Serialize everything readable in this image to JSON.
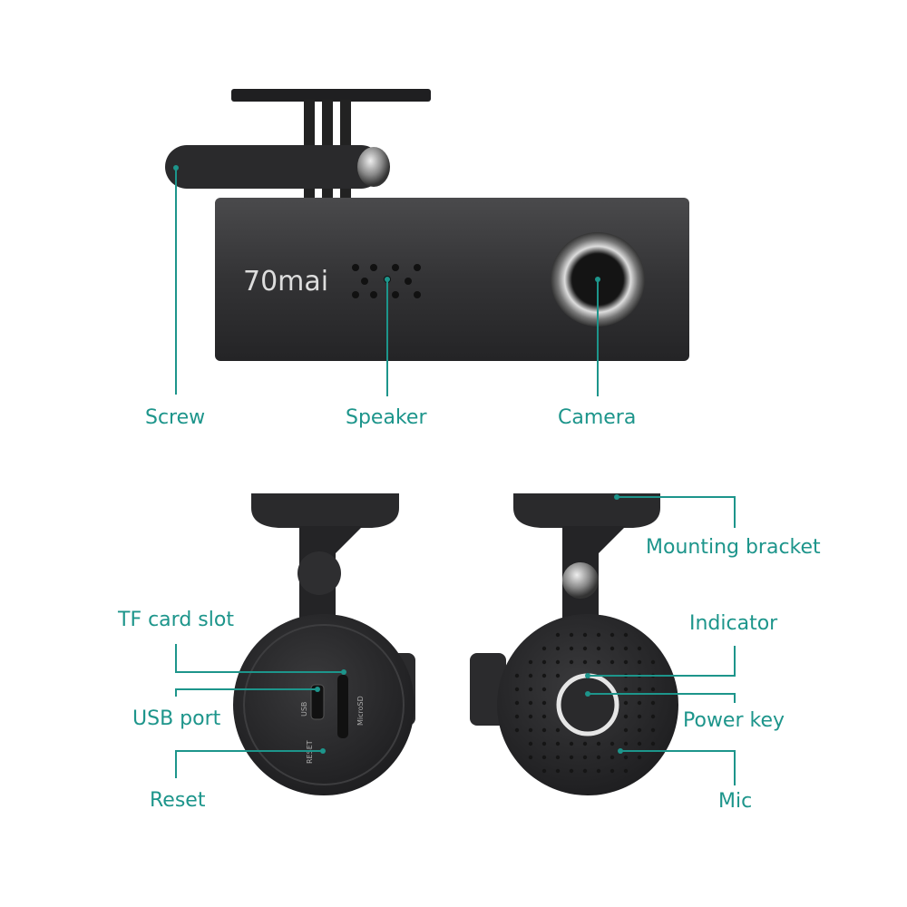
{
  "brand_logo": "70mai",
  "port_markings": {
    "usb": "USB",
    "microsd": "MicroSD",
    "reset": "RESET"
  },
  "accent_color": "#1d958b",
  "device_color": "#2f2f31",
  "labels": {
    "screw": "Screw",
    "speaker": "Speaker",
    "camera": "Camera",
    "mounting_bracket": "Mounting bracket",
    "indicator": "Indicator",
    "power_key": "Power key",
    "mic": "Mic",
    "tf_card_slot": "TF card slot",
    "usb_port": "USB port",
    "reset": "Reset"
  }
}
